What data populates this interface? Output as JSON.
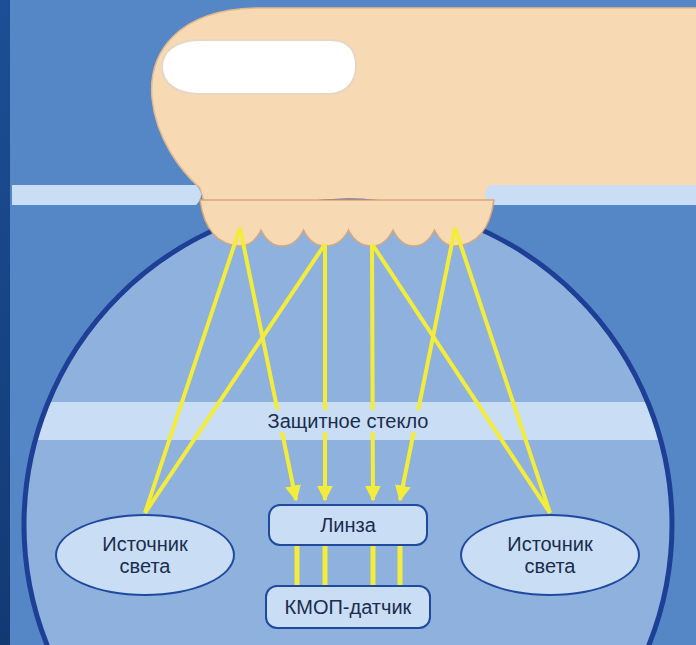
{
  "diagram": {
    "nodes": [
      {
        "text": [
          "Защитное стекло"
        ]
      },
      {
        "text": [
          "Источник света"
        ]
      },
      {
        "text": [
          "Линза"
        ]
      },
      {
        "text": [
          "Источник света"
        ]
      },
      {
        "text": [
          "КМОП-датчик"
        ]
      }
    ],
    "edges": [
      {
        "from": 2,
        "to": 4,
        "arrow": "none"
      },
      {
        "from": 2,
        "to": 4,
        "arrow": "none"
      },
      {
        "from": 2,
        "to": 4,
        "arrow": "none"
      },
      {
        "from": 2,
        "to": 4,
        "arrow": "none"
      }
    ]
  }
}
